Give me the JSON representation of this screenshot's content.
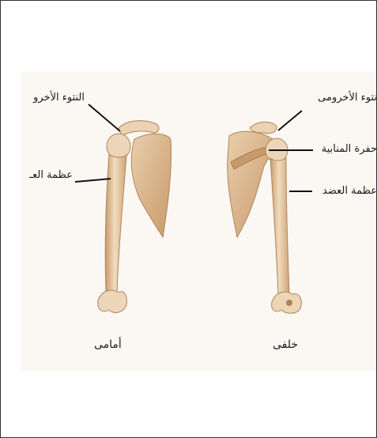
{
  "labels": {
    "front_acromion": "النتوء الأخرو",
    "front_humerus": "عظمة العـ",
    "back_acromion": "نتوء الأخرومى",
    "back_glenoid": "حفرة المنابية",
    "back_humerus": "عظمة العضد"
  },
  "captions": {
    "front": "أمامى",
    "back": "خلفى"
  },
  "colors": {
    "bone": "#e6c9a4",
    "bone_shade": "#c79a6b",
    "bone_light": "#f3e3cc",
    "line": "#111111"
  }
}
